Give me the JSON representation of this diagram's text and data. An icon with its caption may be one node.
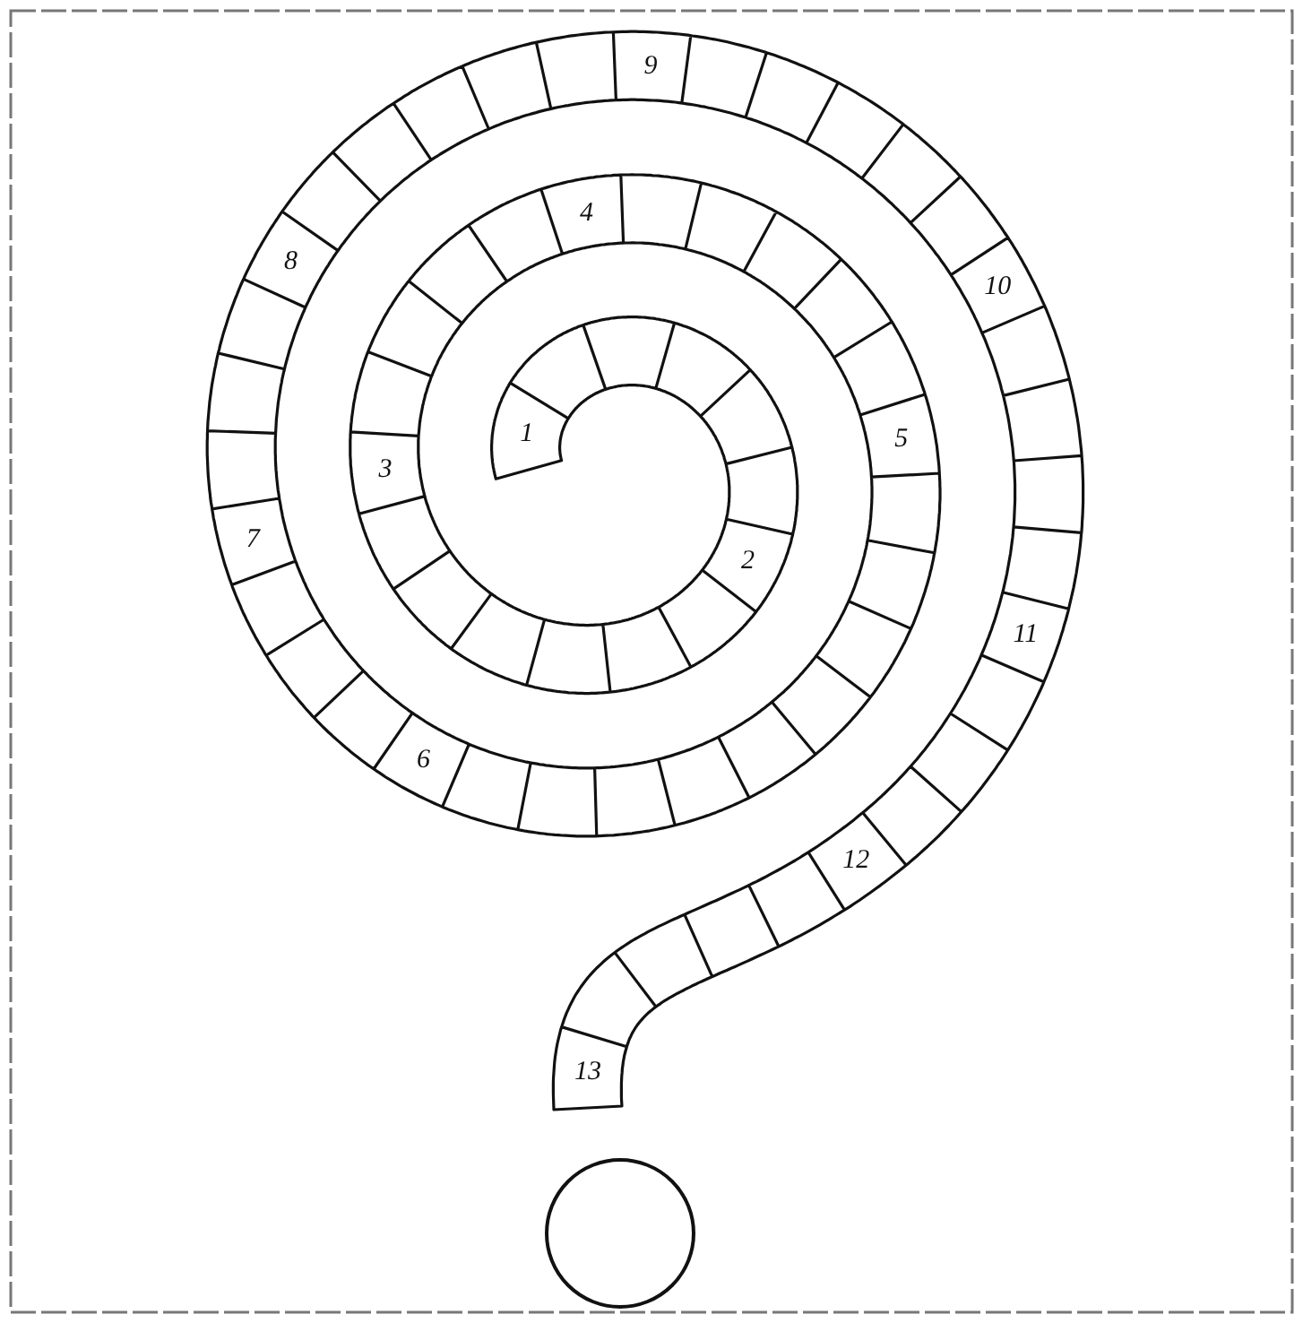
{
  "diagram": {
    "nodes": [
      {
        "text": [],
        "shape": "circle"
      }
    ],
    "edges": [],
    "labels": [
      "1",
      "2",
      "3",
      "4",
      "5",
      "6",
      "7",
      "8",
      "9",
      "10",
      "11",
      "12",
      "13"
    ]
  }
}
